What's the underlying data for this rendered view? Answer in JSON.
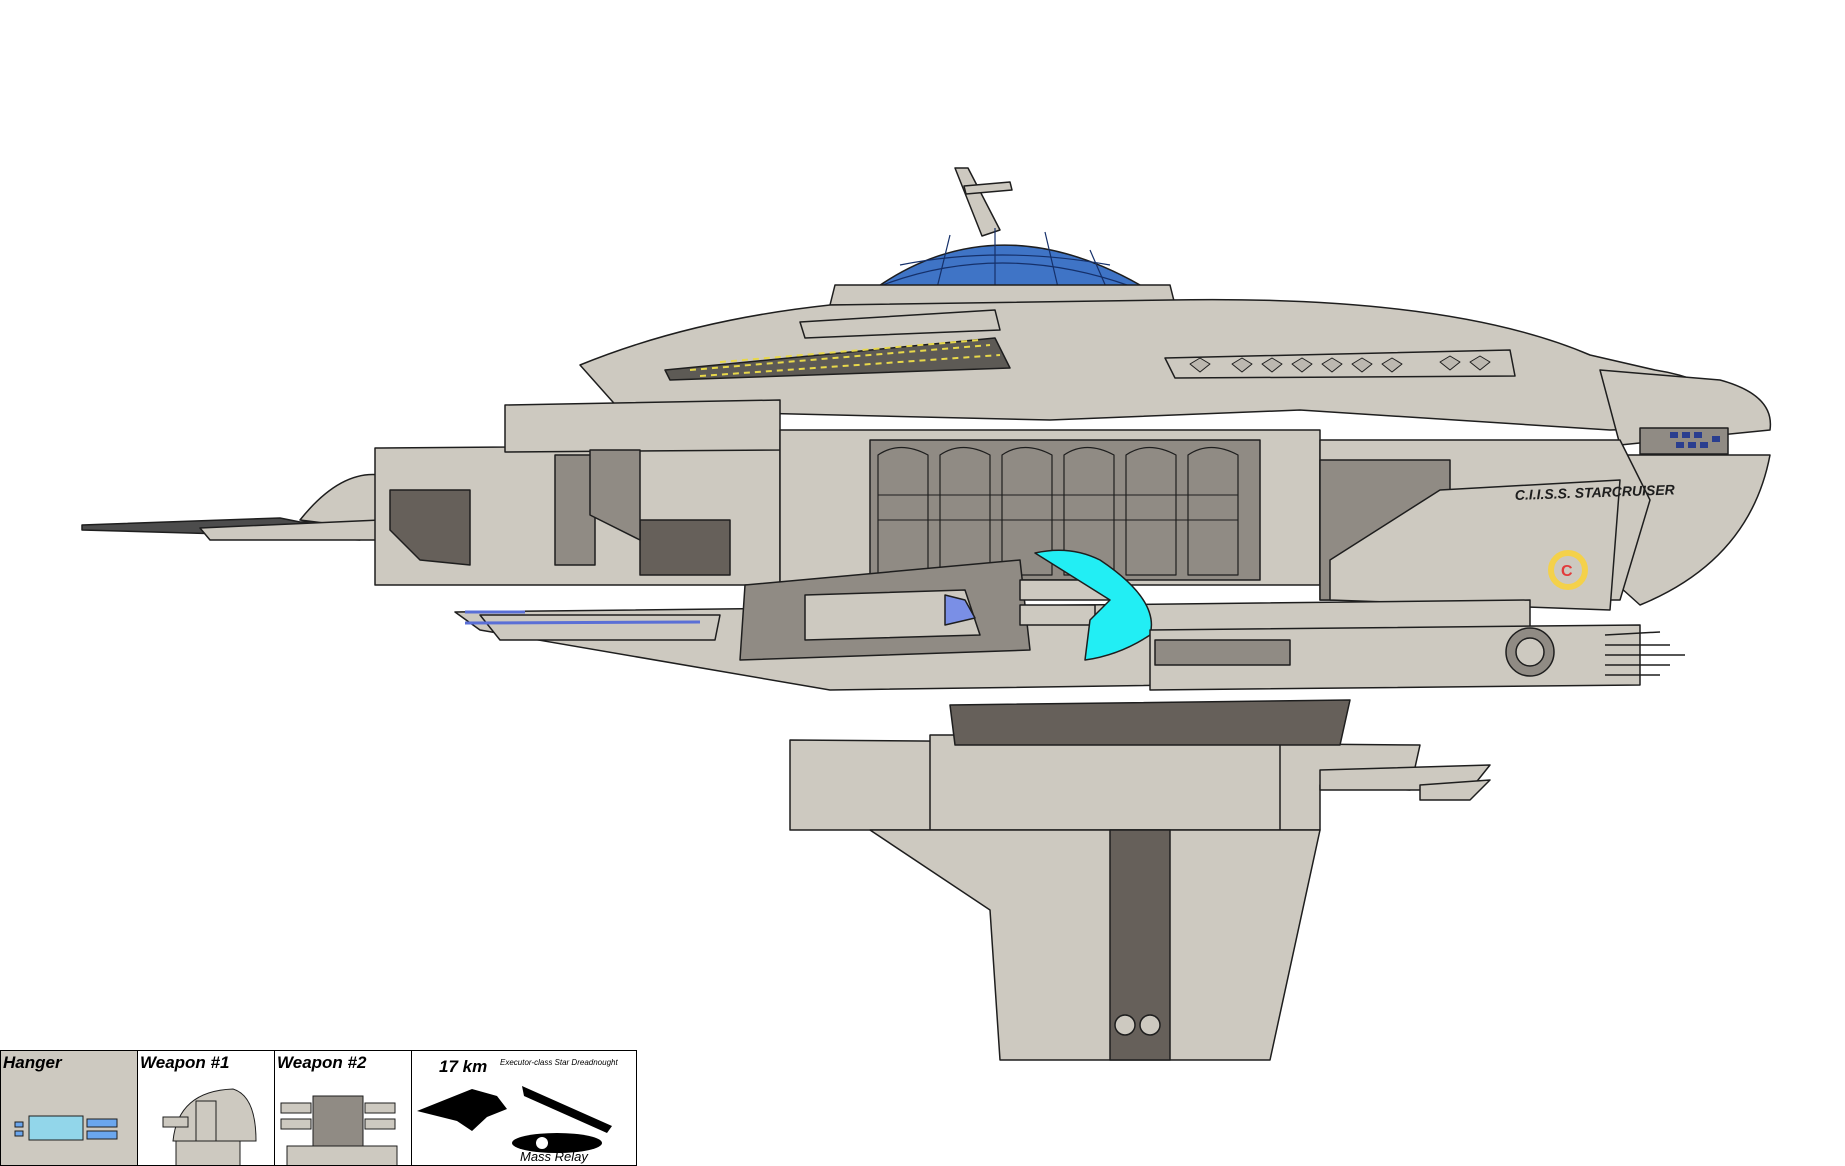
{
  "ship": {
    "name": "C.I.I.S.S. STARCRUISER",
    "colors": {
      "hull": "#cdc9c0",
      "hull_dark": "#908b84",
      "hull_shadow": "#66605a",
      "dome": "#3f74c6",
      "cyan": "#22eef4",
      "window_blue": "#7a8fe6",
      "emblem_yellow": "#f4d14a",
      "emblem_red": "#e23b3b",
      "outline": "#1e1e1e"
    }
  },
  "legend": {
    "hanger_label": "Hanger",
    "weapon1_label": "Weapon #1",
    "weapon2_label": "Weapon #2",
    "scale_km": "17 km",
    "scale_reference": "Executor-class Star Dreadnought",
    "mass_relay_label": "Mass Relay"
  }
}
